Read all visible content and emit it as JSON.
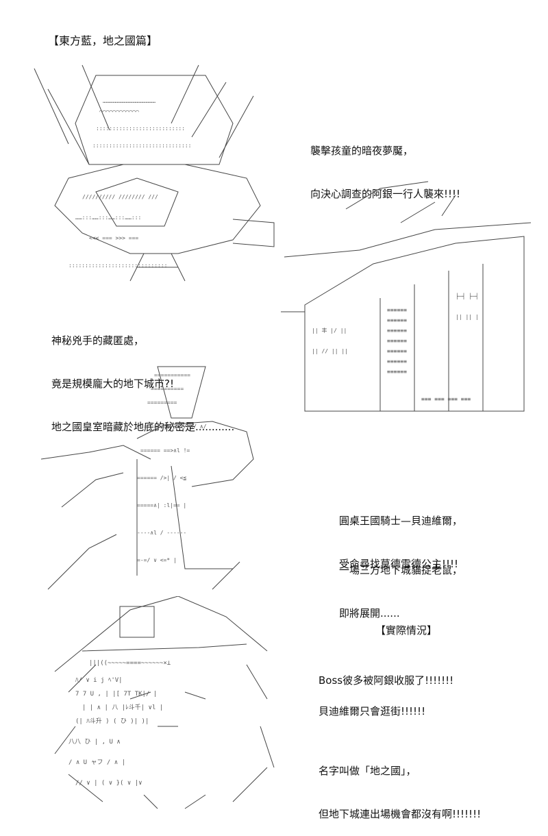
{
  "page_title": "【東方藍，地之國篇】",
  "blocks": {
    "b1": [
      "襲擊孩童的暗夜夢魘，",
      "向決心調查的阿銀一行人襲來!!!!"
    ],
    "b2": [
      "神秘兇手的藏匿處，",
      "竟是規模龐大的地下城市?!",
      "地之國皇室暗藏於地底的秘密是............"
    ],
    "b3": [
      "圓桌王國騎士—貝迪維爾，",
      "受命尋找莫德雷德公主!!!!"
    ],
    "b4": [
      "一場三方地下城貓捉老鼠，",
      "即將展開......"
    ],
    "b5": "【實際情況】",
    "b6": "Boss彼多被阿銀收服了!!!!!!!",
    "b7": "貝迪維爾只會逛街!!!!!!",
    "b8": [
      "名字叫做「地之國」，",
      "但地下城連出場機會都沒有啊!!!!!!!"
    ]
  },
  "ascii_art": [
    {
      "name": "armored-monster-ascii-art"
    },
    {
      "name": "underground-city-ascii-art"
    },
    {
      "name": "knight-ascii-art"
    },
    {
      "name": "girl-face-ascii-art"
    }
  ]
}
